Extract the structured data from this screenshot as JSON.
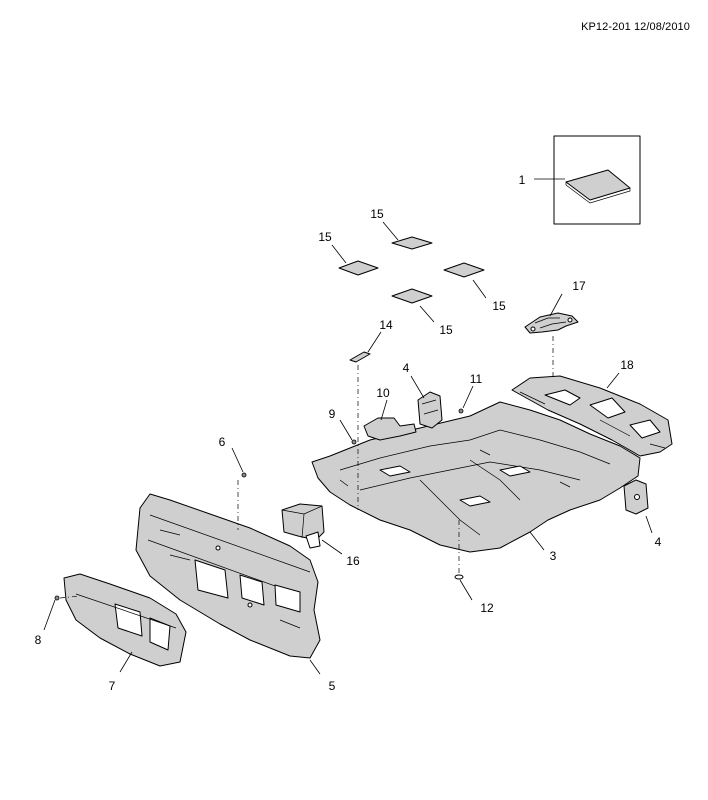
{
  "reference_code": "KP12-201 12/08/2010",
  "callouts": [
    {
      "id": "c1",
      "label": "1"
    },
    {
      "id": "c15a",
      "label": "15"
    },
    {
      "id": "c15b",
      "label": "15"
    },
    {
      "id": "c15c",
      "label": "15"
    },
    {
      "id": "c15d",
      "label": "15"
    },
    {
      "id": "c17",
      "label": "17"
    },
    {
      "id": "c14",
      "label": "14"
    },
    {
      "id": "c4a",
      "label": "4"
    },
    {
      "id": "c10",
      "label": "10"
    },
    {
      "id": "c11",
      "label": "11"
    },
    {
      "id": "c18",
      "label": "18"
    },
    {
      "id": "c9",
      "label": "9"
    },
    {
      "id": "c6",
      "label": "6"
    },
    {
      "id": "c4b",
      "label": "4"
    },
    {
      "id": "c3",
      "label": "3"
    },
    {
      "id": "c16",
      "label": "16"
    },
    {
      "id": "c12",
      "label": "12"
    },
    {
      "id": "c8",
      "label": "8"
    },
    {
      "id": "c7",
      "label": "7"
    },
    {
      "id": "c5",
      "label": "5"
    }
  ]
}
